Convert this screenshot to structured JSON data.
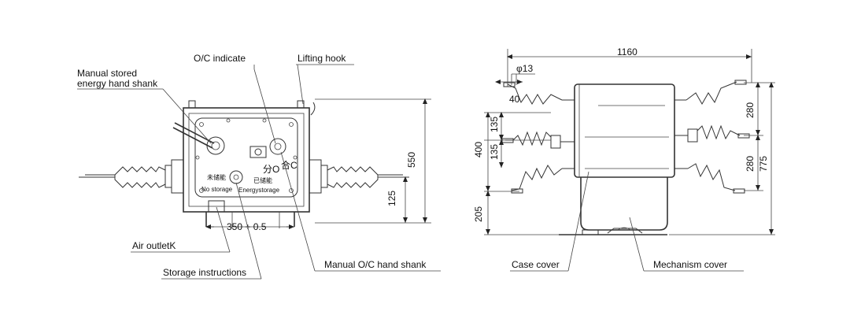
{
  "left_view": {
    "labels": {
      "oc_indicate": "O/C indicate",
      "lifting_hook": "Lifting hook",
      "manual_stored_line1": "Manual stored",
      "manual_stored_line2": "energy hand shank",
      "air_outlet": "Air outletK",
      "storage_instructions": "Storage instructions",
      "manual_oc_hand_shank": "Manual O/C hand shank"
    },
    "panel_text": {
      "fen_o": "分O",
      "he_c": "合C",
      "not_stored_cn": "未储能",
      "stored_cn": "已储能",
      "no_storage": "No storage",
      "energy_storage": "Energystorage"
    },
    "dimensions": {
      "height": "550",
      "bottom": "125",
      "mount_width": "350 + 0.5"
    }
  },
  "right_view": {
    "labels": {
      "case_cover": "Case cover",
      "mechanism_cover": "Mechanism cover"
    },
    "dimensions": {
      "width": "1160",
      "hole": "φ13",
      "hole_offset": "40",
      "left_400": "400",
      "left_135a": "135",
      "left_135b": "135",
      "left_205": "205",
      "right_280a": "280",
      "right_280b": "280",
      "right_775": "775"
    }
  }
}
